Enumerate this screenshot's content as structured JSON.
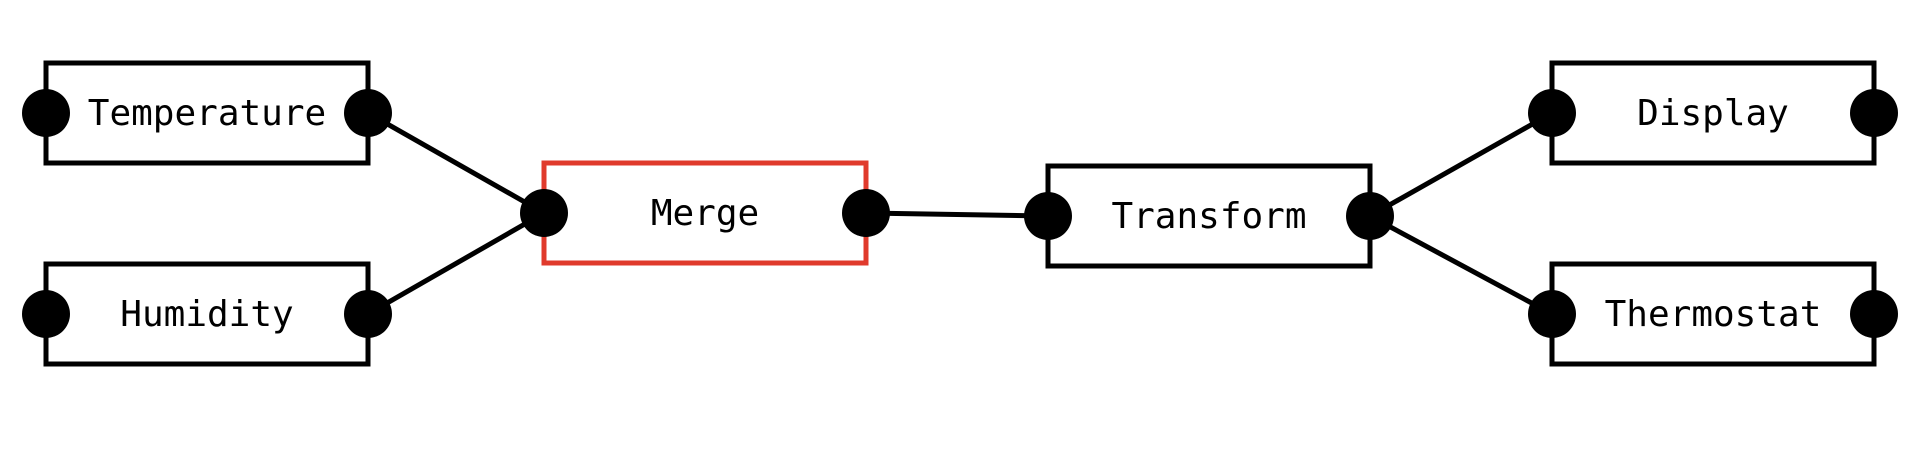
{
  "diagram": {
    "nodes": [
      {
        "id": "temperature",
        "label": "Temperature",
        "selected": false
      },
      {
        "id": "humidity",
        "label": "Humidity",
        "selected": false
      },
      {
        "id": "merge",
        "label": "Merge",
        "selected": true
      },
      {
        "id": "transform",
        "label": "Transform",
        "selected": false
      },
      {
        "id": "display",
        "label": "Display",
        "selected": false
      },
      {
        "id": "thermostat",
        "label": "Thermostat",
        "selected": false
      }
    ],
    "edges": [
      {
        "from": "temperature",
        "to": "merge"
      },
      {
        "from": "humidity",
        "to": "merge"
      },
      {
        "from": "merge",
        "to": "transform"
      },
      {
        "from": "transform",
        "to": "display"
      },
      {
        "from": "transform",
        "to": "thermostat"
      }
    ],
    "colors": {
      "node_border": "#000000",
      "selected_border": "#e03a2c",
      "port": "#000000",
      "edge": "#000000"
    }
  }
}
